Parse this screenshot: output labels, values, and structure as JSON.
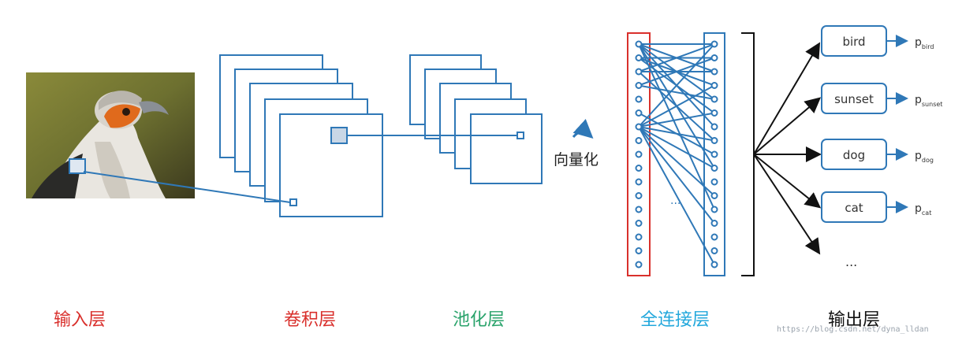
{
  "stages": {
    "input": "输入层",
    "conv": "卷积层",
    "pool": "池化层",
    "fc": "全连接层",
    "output": "输出层"
  },
  "vectorize": "向量化",
  "fc_ellipsis": "...",
  "outputs": [
    {
      "label": "bird",
      "prob": "p",
      "sub": "bird"
    },
    {
      "label": "sunset",
      "prob": "p",
      "sub": "sunset"
    },
    {
      "label": "dog",
      "prob": "p",
      "sub": "dog"
    },
    {
      "label": "cat",
      "prob": "p",
      "sub": "cat"
    }
  ],
  "output_ellipsis": "...",
  "watermark": "https://blog.csdn.net/dyna_lldan",
  "colors": {
    "blue": "#2f78b7",
    "red": "#d9302c",
    "green": "#2aa36b",
    "cyan": "#23a8dc"
  }
}
